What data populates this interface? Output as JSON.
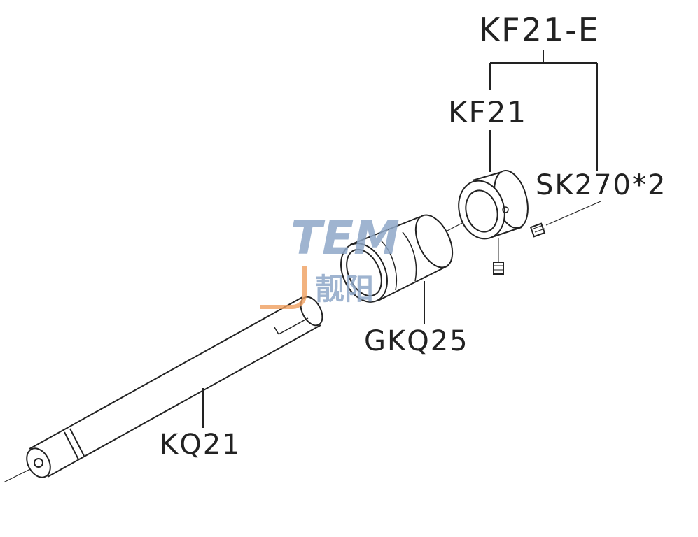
{
  "labels": {
    "assembly": "KF21-E",
    "collar": "KF21",
    "screw": "SK270*2",
    "bushing": "GKQ25",
    "shaft": "KQ21"
  },
  "watermark": {
    "latin": "TEM",
    "cjk": "靓阳"
  },
  "colors": {
    "line": "#222222",
    "watermark_blue": "#8fa8c8",
    "watermark_orange": "#f0a060"
  }
}
